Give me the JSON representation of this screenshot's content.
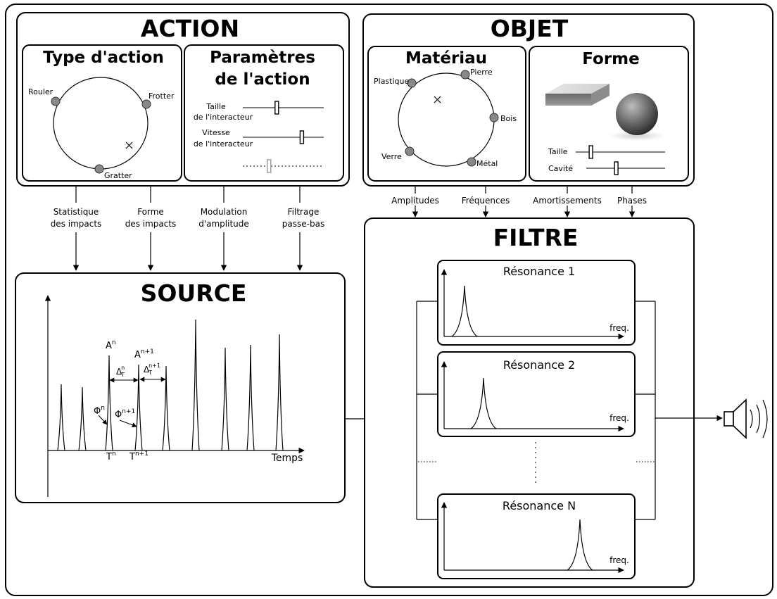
{
  "action": {
    "title": "ACTION",
    "type_panel": {
      "title": "Type d'action",
      "points": [
        "Rouler",
        "Frotter",
        "Gratter"
      ]
    },
    "params_panel": {
      "title_line1": "Paramètres",
      "title_line2": "de l'action",
      "sliders": [
        {
          "label_line1": "Taille",
          "label_line2": "de l'interacteur",
          "level": 0.42
        },
        {
          "label_line1": "Vitesse",
          "label_line2": "de l'interacteur",
          "level": 0.73
        },
        {
          "label_line1": "",
          "label_line2": "",
          "level": 0.33
        }
      ]
    }
  },
  "objet": {
    "title": "OBJET",
    "materiau_panel": {
      "title": "Matériau",
      "points": [
        "Plastique",
        "Pierre",
        "Bois",
        "Métal",
        "Verre"
      ]
    },
    "forme_panel": {
      "title": "Forme",
      "sliders": [
        {
          "label": "Taille",
          "level": 0.17
        },
        {
          "label": "Cavité",
          "level": 0.38
        }
      ]
    }
  },
  "source_links": [
    {
      "line1": "Statistique",
      "line2": "des impacts"
    },
    {
      "line1": "Forme",
      "line2": "des impacts"
    },
    {
      "line1": "Modulation",
      "line2": "d'amplitude"
    },
    {
      "line1": "Filtrage",
      "line2": "passe-bas"
    }
  ],
  "filter_links": [
    "Amplitudes",
    "Fréquences",
    "Amortissements",
    "Phases"
  ],
  "source": {
    "title": "SOURCE",
    "xlabel": "Temps",
    "labels": {
      "an": "A",
      "an_sup": "n",
      "an1": "A",
      "an1_sup": "n+1",
      "delta_n": "Δ",
      "delta_n_sub": "T",
      "delta_n_sup": "n",
      "delta_n1": "Δ",
      "delta_n1_sub": "T",
      "delta_n1_sup": "n+1",
      "phi_n": "Φ",
      "phi_n_sup": "n",
      "phi_n1": "Φ",
      "phi_n1_sup": "n+1",
      "tn": "T",
      "tn_sup": "n",
      "tn1": "T",
      "tn1_sup": "n+1"
    }
  },
  "filtre": {
    "title": "FILTRE",
    "resonances": [
      {
        "title": "Résonance 1",
        "xlabel": "freq."
      },
      {
        "title": "Résonance 2",
        "xlabel": "freq."
      },
      {
        "title": "Résonance N",
        "xlabel": "freq."
      }
    ]
  },
  "icons": {
    "speaker": "speaker-icon",
    "cross": "cross-marker"
  }
}
